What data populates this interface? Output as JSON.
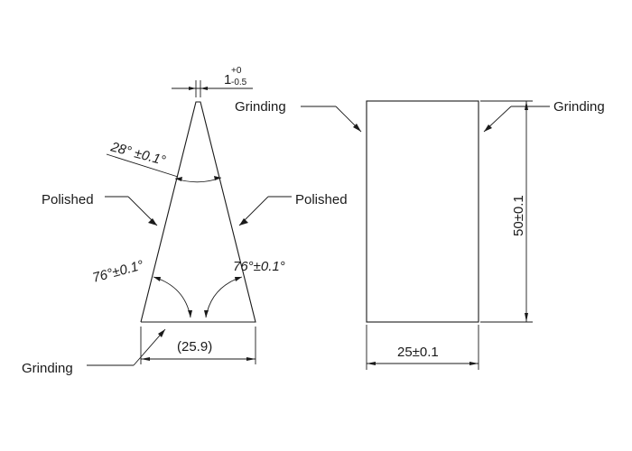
{
  "triangle_part": {
    "tip_width": {
      "nominal": "1",
      "upper_tol": "+0",
      "lower_tol": "-0.5"
    },
    "tip_angle": "28° ±0.1°",
    "left_base_angle": "76°±0.1°",
    "right_base_angle": "76°±0.1°",
    "base_width": "(25.9)",
    "left_face_note": "Polished",
    "right_face_note": "Polished",
    "base_note": "Grinding"
  },
  "rectangle_part": {
    "left_note": "Grinding",
    "right_note": "Grinding",
    "height_dim": "50±0.1",
    "width_dim": "25±0.1"
  }
}
